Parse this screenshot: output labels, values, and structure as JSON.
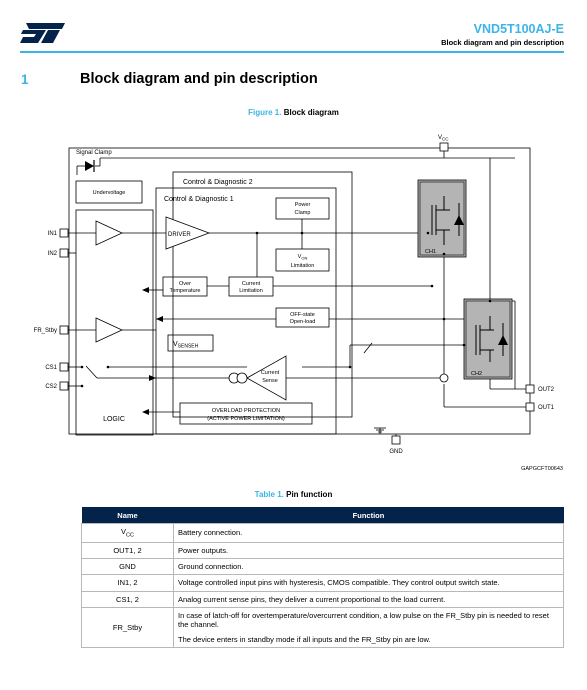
{
  "header": {
    "doc_title": "VND5T100AJ-E",
    "doc_subtitle": "Block diagram and pin description"
  },
  "section": {
    "number": "1",
    "title": "Block diagram and pin description"
  },
  "figure": {
    "label": "Figure 1.",
    "title": "Block diagram",
    "code": "GAPGCFT00643",
    "labels": {
      "vcc": "V",
      "vcc_sub": "CC",
      "signal_clamp": "Signal Clamp",
      "undervoltage": "Undervoltage",
      "ctrl2": "Control & Diagnostic 2",
      "ctrl1": "Control & Diagnostic 1",
      "power_clamp_1": "Power",
      "power_clamp_2": "Clamp",
      "driver": "DRIVER",
      "von": "V",
      "von_sub": "ON",
      "von_2": "Limitation",
      "over_temp_1": "Over",
      "over_temp_2": "Temperature",
      "curr_lim_1": "Current",
      "curr_lim_2": "Limitation",
      "off_state_1": "OFF-state",
      "off_state_2": "Open-load",
      "vsenseh": "V",
      "vsenseh_sub": "SENSEH",
      "curr_sense_1": "Current",
      "curr_sense_2": "Sense",
      "overload_1": "OVERLOAD PROTECTION",
      "overload_2": "(ACTIVE POWER LIMITATION)",
      "logic": "LOGIC",
      "in1": "IN1",
      "in2": "IN2",
      "fr_stby": "FR_Stby",
      "cs1": "CS1",
      "cs2": "CS2",
      "ch1": "CH1",
      "ch2": "CH2",
      "out2": "OUT2",
      "out1": "OUT1",
      "gnd": "GND"
    }
  },
  "table": {
    "label": "Table 1.",
    "title": "Pin function",
    "headers": {
      "name": "Name",
      "function": "Function"
    },
    "rows": [
      {
        "name": "V",
        "name_sub": "CC",
        "function": "Battery connection."
      },
      {
        "name": "OUT1, 2",
        "function": "Power outputs."
      },
      {
        "name": "GND",
        "function": "Ground connection."
      },
      {
        "name": "IN1, 2",
        "function": "Voltage controlled input pins with hysteresis, CMOS compatible. They control output switch state."
      },
      {
        "name": "CS1, 2",
        "function": "Analog current sense pins, they deliver a current proportional to the load current."
      },
      {
        "name": "FR_Stby",
        "function": "In case of latch-off for overtemperature/overcurrent condition, a low pulse on the FR_Stby pin is needed to reset the channel.",
        "function_2": "The device enters in standby mode if all inputs and the FR_Stby pin are low."
      }
    ]
  },
  "colors": {
    "accent": "#3cb4e6",
    "table_header": "#03234b",
    "logo": "#03234b",
    "mosfet_fill": "#b4b4b4"
  }
}
